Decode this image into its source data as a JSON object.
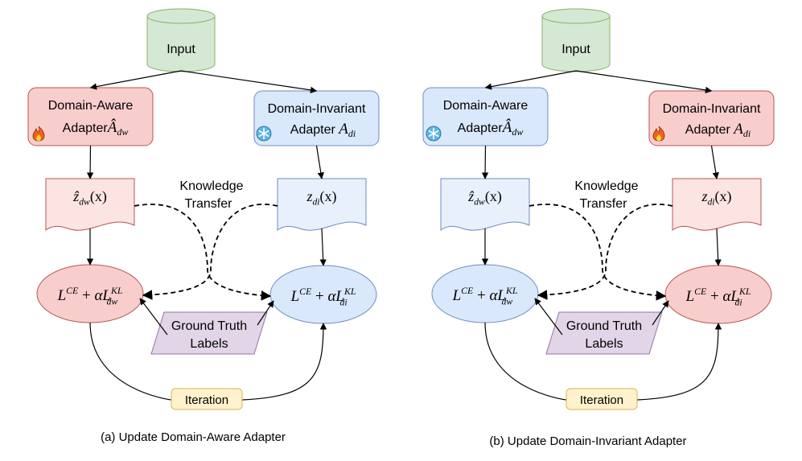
{
  "colors": {
    "trainable_fill": "#f8cecc",
    "trainable_stroke": "#b85450",
    "frozen_fill": "#dae8fc",
    "frozen_stroke": "#6c8ebf",
    "input_fill": "#d5e8d4",
    "input_stroke": "#82b366",
    "labels_fill": "#e1d5e7",
    "labels_stroke": "#9673a6",
    "iteration_fill": "#fff2cc",
    "iteration_stroke": "#d6b656",
    "output_trainable_fill": "#fce4e3",
    "output_frozen_fill": "#e8f0fc"
  },
  "icons": {
    "trainable": "fire-icon",
    "frozen": "snowflake-icon"
  },
  "common": {
    "input_label": "Input",
    "da_adapter_line1": "Domain-Aware",
    "da_adapter_line2": "Adapter",
    "da_adapter_symbol": "Â",
    "da_adapter_sub": "dw",
    "di_adapter_line1": "Domain-Invariant",
    "di_adapter_line2": "Adapter",
    "di_adapter_symbol": "A",
    "di_adapter_sub": "di",
    "z_dw_symbol": "ẑ",
    "z_dw_sub": "dw",
    "z_di_symbol": "z",
    "z_di_sub": "di",
    "z_arg": "(x)",
    "loss_ce": "L",
    "loss_ce_sup": "CE",
    "loss_plus": "+",
    "loss_alpha": "α",
    "loss_kl": "L",
    "loss_kl_sup": "KL",
    "loss_dw_sub": "dw",
    "loss_di_sub": "di",
    "knowledge_line1": "Knowledge",
    "knowledge_line2": "Transfer",
    "gt_line1": "Ground Truth",
    "gt_line2": "Labels",
    "iteration_label": "Iteration"
  },
  "panels": [
    {
      "caption": "(a) Update Domain-Aware Adapter",
      "trainable": "domain-aware"
    },
    {
      "caption": "(b) Update Domain-Invariant Adapter",
      "trainable": "domain-invariant"
    }
  ]
}
